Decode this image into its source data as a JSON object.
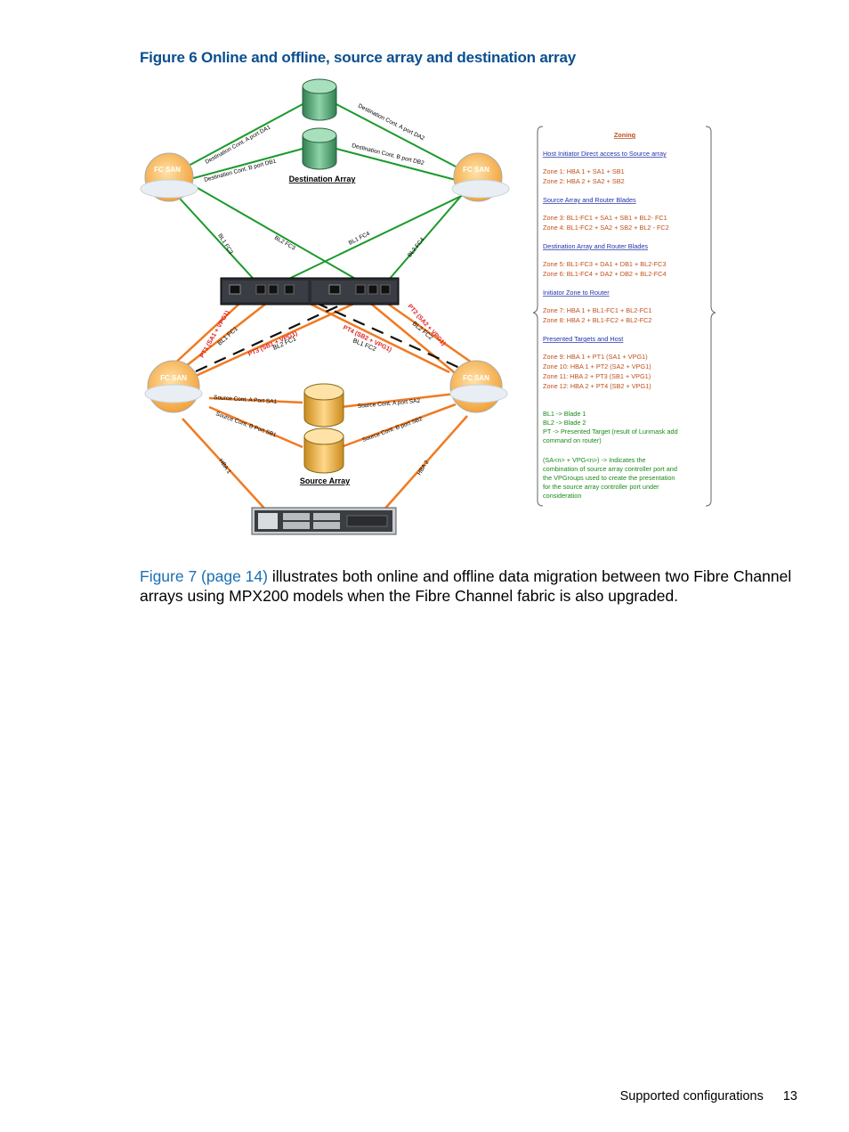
{
  "figure": {
    "title": "Figure 6 Online and offline, source array and destination array"
  },
  "diagram": {
    "fc_san_label": "FC SAN",
    "destination_array_label": "Destination Array",
    "source_array_label": "Source Array",
    "links": {
      "dest_a_da1": "Destination Cont. A port DA1",
      "dest_b_db1": "Destination Cont. B port DB1",
      "dest_a_da2": "Destination Cont. A port DA2",
      "dest_b_db2": "Destination Cont. B port DB2",
      "bl1_fc3": "BL1 FC3",
      "bl2_fc3": "BL2 FC3",
      "bl1_fc4": "BL1 FC4",
      "bl2_fc4": "BL2 FC4",
      "pt1": "PT1 (SA1 + VPG1)",
      "bl1_fc1": "BL1 FC1",
      "pt3": "PT3 (SB1 + VPG1)",
      "bl2_fc1": "BL2 FC1",
      "pt4": "PT4 (SB2 + VPG1)",
      "bl1_fc2": "BL1 FC2",
      "pt2": "PT2 (SA2 + VPG1)",
      "bl2_fc2": "BL2 FC2",
      "src_a_sa1": "Source Cont. A Port SA1",
      "src_b_sb1": "Source Cont. B Port SB1",
      "src_a_sa2": "Source Cont. A port SA2",
      "src_b_sb2": "Source Cont. B port SB2",
      "hba1": "HBA 1",
      "hba2": "HBA 2"
    },
    "zoning": {
      "title": "Zoning",
      "groups": [
        {
          "heading": "Host Initiator Direct access to Source array",
          "lines": [
            "Zone 1: HBA 1 + SA1 + SB1",
            "Zone 2: HBA 2 + SA2 + SB2"
          ]
        },
        {
          "heading": "Source Array and Router Blades",
          "lines": [
            "Zone 3: BL1-FC1 + SA1 + SB1 + BL2- FC1",
            "Zone 4: BL1-FC2 + SA2 + SB2 + BL2 - FC2"
          ]
        },
        {
          "heading": "Destination Array and Router Blades",
          "lines": [
            "Zone 5: BL1-FC3 + DA1 + DB1 + BL2-FC3",
            "Zone 6: BL1-FC4 + DA2 + DB2 + BL2-FC4"
          ]
        },
        {
          "heading": "Initiator Zone to Router",
          "lines": [
            "Zone 7: HBA 1 + BL1-FC1 + BL2-FC1",
            "Zone 8: HBA 2 + BL1-FC2 + BL2-FC2"
          ]
        },
        {
          "heading": "Presented Targets and Host",
          "lines": [
            "Zone 9:    HBA 1 + PT1 (SA1 + VPG1)",
            "Zone 10:  HBA 1 + PT2 (SA2 + VPG1)",
            "Zone 11:  HBA 2 + PT3 (SB1 + VPG1)",
            "Zone 12:  HBA 2 + PT4 (SB2 + VPG1)"
          ]
        }
      ],
      "legend": [
        "BL1 -> Blade 1",
        "BL2 -> Blade 2",
        "PT -> Presented Target (result of Lunmask add",
        "command on router)"
      ],
      "note": [
        "(SA<n> + VPG<n>) -> Indicates the",
        "combination of source array controller port and",
        "the VPGroups  used to create the presentation",
        "for the source array controller port under",
        "consideration"
      ]
    },
    "colors": {
      "green": "#1a9a2a",
      "orange": "#f07a22",
      "red": "#e02020",
      "zone_text": "#c0501a",
      "heading": "#2233aa"
    }
  },
  "body": {
    "link": "Figure 7 (page 14)",
    "text_line1": " illustrates both online and offline data migration between two Fibre Channel",
    "text_line2": "arrays using MPX200 models when the Fibre Channel fabric is also upgraded."
  },
  "footer": {
    "section": "Supported configurations",
    "page": "13"
  }
}
